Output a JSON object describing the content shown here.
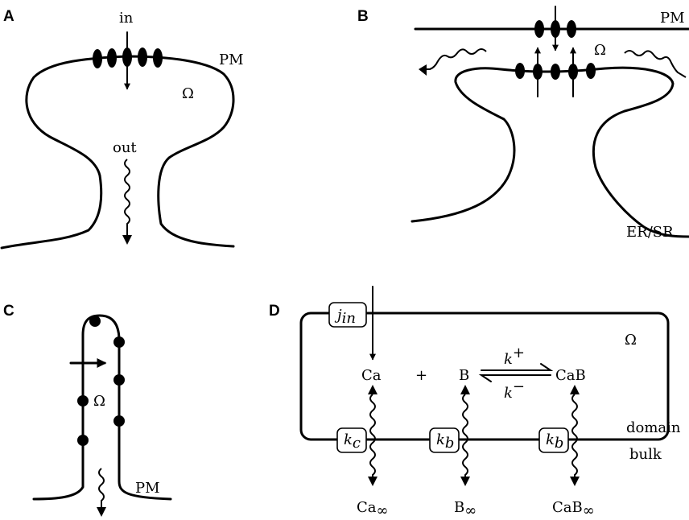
{
  "panels": {
    "A": {
      "letter": "A",
      "in": "in",
      "out": "out",
      "pm": "PM",
      "omega": "Ω"
    },
    "B": {
      "letter": "B",
      "pm": "PM",
      "omega": "Ω",
      "ersr": "ER/SR"
    },
    "C": {
      "letter": "C",
      "omega": "Ω",
      "pm": "PM"
    },
    "D": {
      "letter": "D",
      "j_in": {
        "base": "j",
        "sub": "in"
      },
      "omega": "Ω",
      "ca": "Ca",
      "plus": "+",
      "b": "B",
      "cab": "CaB",
      "k_plus": {
        "base": "k",
        "sup": "+"
      },
      "k_minus": {
        "base": "k",
        "sup": "−"
      },
      "domain": "domain",
      "bulk": "bulk",
      "k_c": {
        "base": "k",
        "sub": "c"
      },
      "k_b1": {
        "base": "k",
        "sub": "b"
      },
      "k_b2": {
        "base": "k",
        "sub": "b"
      },
      "ca_inf": {
        "base": "Ca",
        "sub": "∞"
      },
      "b_inf": {
        "base": "B",
        "sub": "∞"
      },
      "cab_inf": {
        "base": "CaB",
        "sub": "∞"
      }
    }
  }
}
